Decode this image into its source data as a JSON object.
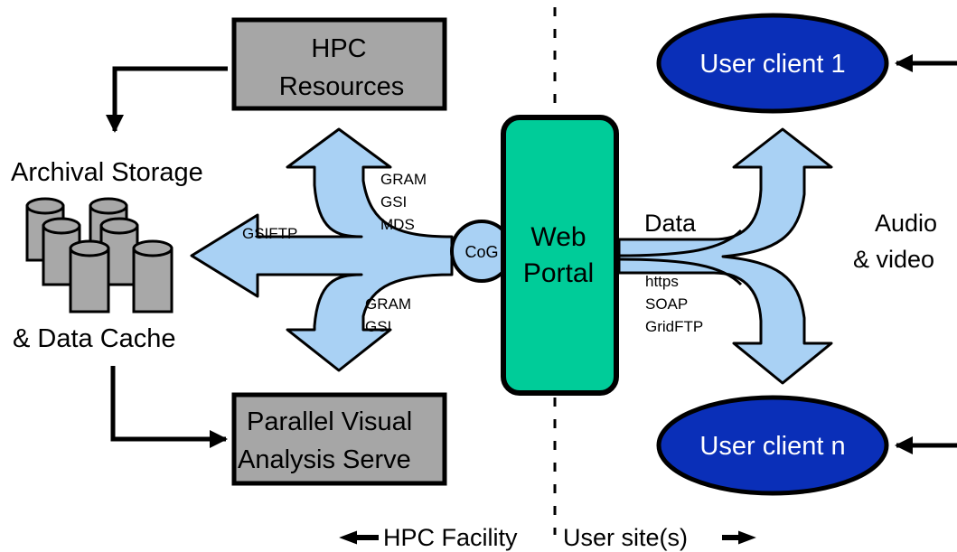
{
  "nodes": {
    "hpc_resources": [
      "HPC",
      "Resources"
    ],
    "parallel_visual": [
      "Parallel Visual",
      "Analysis Serve"
    ],
    "archival_top": "Archival Storage",
    "archival_bottom": "& Data Cache",
    "web_portal": [
      "Web",
      "Portal"
    ],
    "cog": "CoG",
    "client_1": "User client 1",
    "client_n": "User client n"
  },
  "labels": {
    "gsiftp": "GSIFTP",
    "upper_protocols": [
      "GRAM",
      "GSI",
      "MDS"
    ],
    "lower_protocols": [
      "GRAM",
      "GSI"
    ],
    "data": "Data",
    "right_protocols": [
      "https",
      "SOAP",
      "GridFTP"
    ],
    "audio_video": [
      "Audio",
      "& video"
    ]
  },
  "footer": {
    "hpc_facility": "HPC Facility",
    "user_sites": "User site(s)"
  },
  "colors": {
    "arrow_fill": "#a9d1f4",
    "portal_fill": "#00cc99",
    "client_fill": "#0a2fb8",
    "box_fill": "#a6a6a6",
    "cylinder_fill": "#a8a8a8"
  }
}
